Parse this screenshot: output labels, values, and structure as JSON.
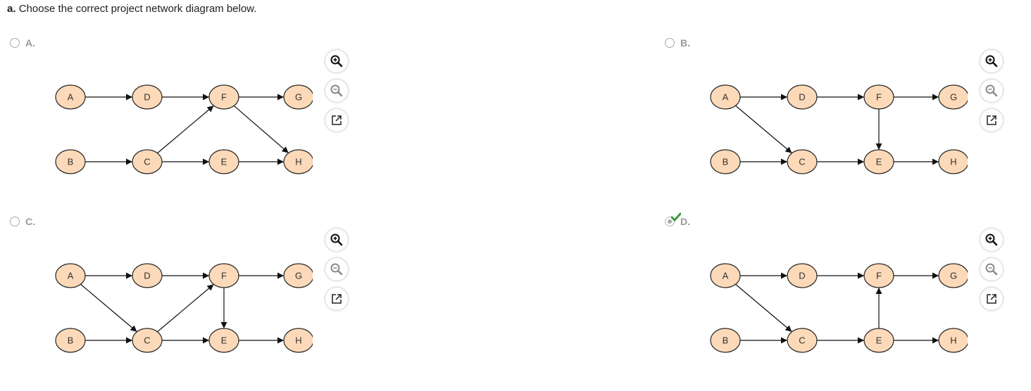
{
  "question": {
    "label": "a.",
    "text": "Choose the correct project network diagram below."
  },
  "colors": {
    "node_fill": "#fcd9b8",
    "node_stroke": "#222222",
    "edge": "#111111",
    "check": "#3a9b3a"
  },
  "icons": {
    "zoom_in": "zoom-in-icon",
    "zoom_out": "zoom-out-icon",
    "popout": "popout-icon"
  },
  "options": [
    {
      "letter": "A.",
      "selected": false,
      "edges": [
        [
          "A",
          "D"
        ],
        [
          "D",
          "F"
        ],
        [
          "F",
          "G"
        ],
        [
          "B",
          "C"
        ],
        [
          "C",
          "E"
        ],
        [
          "E",
          "H"
        ],
        [
          "C",
          "F"
        ],
        [
          "F",
          "H"
        ]
      ]
    },
    {
      "letter": "B.",
      "selected": false,
      "edges": [
        [
          "A",
          "D"
        ],
        [
          "D",
          "F"
        ],
        [
          "F",
          "G"
        ],
        [
          "B",
          "C"
        ],
        [
          "C",
          "E"
        ],
        [
          "E",
          "H"
        ],
        [
          "A",
          "C"
        ],
        [
          "F",
          "E"
        ]
      ]
    },
    {
      "letter": "C.",
      "selected": false,
      "edges": [
        [
          "A",
          "D"
        ],
        [
          "D",
          "F"
        ],
        [
          "F",
          "G"
        ],
        [
          "B",
          "C"
        ],
        [
          "C",
          "E"
        ],
        [
          "E",
          "H"
        ],
        [
          "A",
          "C"
        ],
        [
          "C",
          "F"
        ],
        [
          "F",
          "E"
        ]
      ]
    },
    {
      "letter": "D.",
      "selected": true,
      "edges": [
        [
          "A",
          "D"
        ],
        [
          "D",
          "F"
        ],
        [
          "F",
          "G"
        ],
        [
          "B",
          "C"
        ],
        [
          "C",
          "E"
        ],
        [
          "E",
          "H"
        ],
        [
          "A",
          "C"
        ],
        [
          "E",
          "F"
        ]
      ]
    }
  ]
}
